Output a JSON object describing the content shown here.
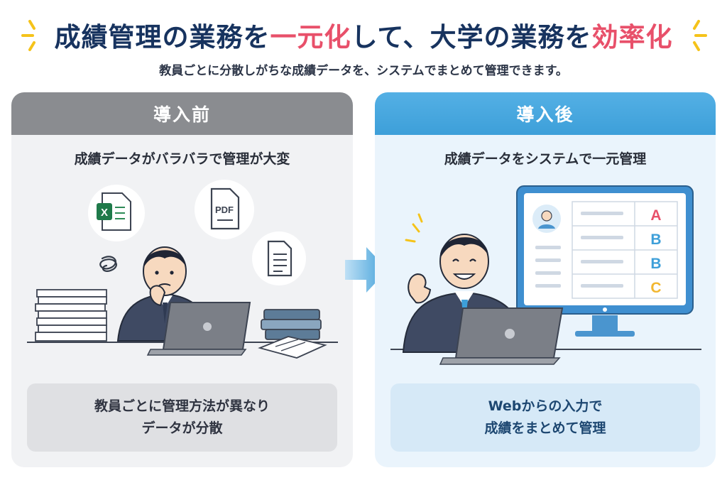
{
  "header": {
    "title_part1": "成績管理の業務を",
    "title_highlight1": "一元化",
    "title_part2": "して、大学の業務を",
    "title_highlight2": "効率化",
    "subtitle": "教員ごとに分散しがちな成績データを、システムでまとめて管理できます。"
  },
  "before": {
    "heading": "導入前",
    "caption": "成績データがバラバラで管理が大変",
    "box_line1": "教員ごとに管理方法が異なり",
    "box_line2": "データが分散",
    "icon_pdf_label": "PDF",
    "icon_excel_label": "X"
  },
  "after": {
    "heading": "導入後",
    "caption": "成績データをシステムで一元管理",
    "box_line1": "Webからの入力で",
    "box_line2": "成績をまとめて管理",
    "grades": [
      "A",
      "B",
      "B",
      "C"
    ]
  },
  "colors": {
    "navy": "#17335f",
    "highlight": "#e8506a",
    "before_header": "#8a8c90",
    "after_header": "#3d9fd9",
    "grade_a": "#e8506a",
    "grade_b": "#3d9fd9",
    "grade_c": "#f2b731"
  }
}
